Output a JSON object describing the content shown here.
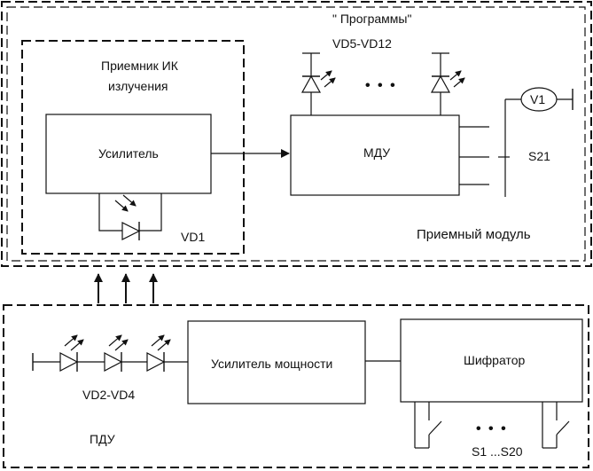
{
  "receiver_module": {
    "title": "Приемный модуль",
    "programs_label": "\" Программы\"",
    "ir_receiver": {
      "title_line1": "Приемник ИК",
      "title_line2": "излучения",
      "amplifier": "Усилитель",
      "photodiode": "VD1"
    },
    "mdu": "МДУ",
    "led_group": "VD5-VD12",
    "switch": "S21",
    "voltmeter": "V1"
  },
  "remote_control": {
    "title": "ПДУ",
    "led_group": "VD2-VD4",
    "power_amplifier": "Усилитель мощности",
    "encoder": "Шифратор",
    "buttons": "S1 ...S20"
  },
  "ellipsis": "• • •"
}
